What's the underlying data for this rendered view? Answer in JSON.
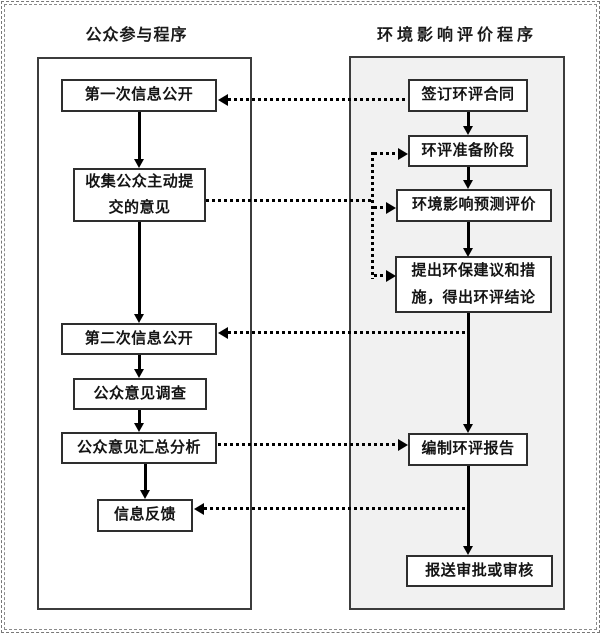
{
  "colors": {
    "line": "#000000",
    "box_border": "#2e2e2e",
    "panel_border": "#3c3c3c",
    "right_panel_fill": "#f1f1f1",
    "text": "#141414"
  },
  "left_column": {
    "title": "公众参与程序",
    "boxes": [
      {
        "lines": [
          "第一次信息公开"
        ]
      },
      {
        "lines": [
          "收集公众主动提",
          "交的意见"
        ]
      },
      {
        "lines": [
          "第二次信息公开"
        ]
      },
      {
        "lines": [
          "公众意见调查"
        ]
      },
      {
        "lines": [
          "公众意见汇总分析"
        ]
      },
      {
        "lines": [
          "信息反馈"
        ]
      }
    ]
  },
  "right_column": {
    "title": "环境影响评价程序",
    "boxes": [
      {
        "lines": [
          "签订环评合同"
        ]
      },
      {
        "lines": [
          "环评准备阶段"
        ]
      },
      {
        "lines": [
          "环境影响预测评价"
        ]
      },
      {
        "lines": [
          "提出环保建议和措",
          "施，得出环评结论"
        ]
      },
      {
        "lines": [
          "编制环评报告"
        ]
      },
      {
        "lines": [
          "报送审批或审核"
        ]
      }
    ]
  }
}
